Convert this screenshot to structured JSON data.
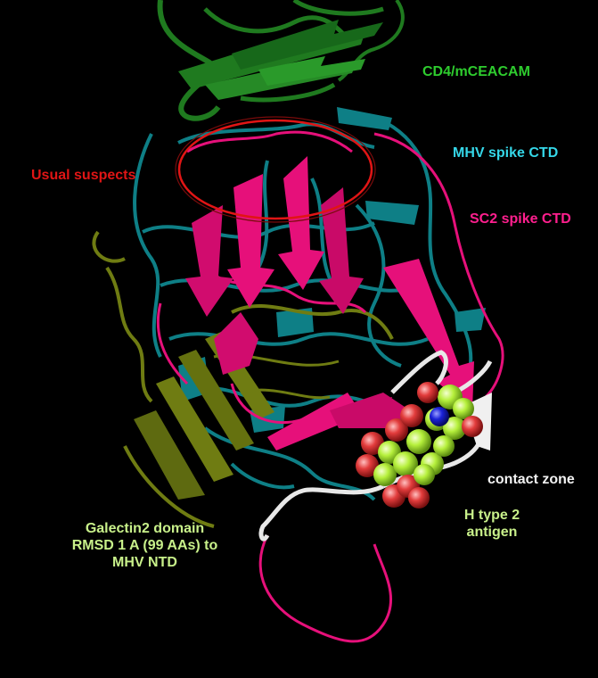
{
  "labels": {
    "receptor": "CD4/mCEACAM",
    "mhv_ctd": "MHV spike CTD",
    "usual_suspects": "Usual suspects",
    "sc2_ctd": "SC2 spike CTD",
    "contact_zone": "contact zone",
    "galectin_line1": "Galectin2 domain",
    "galectin_line2": "RMSD 1 A (99 AAs) to",
    "galectin_line3": "MHV NTD",
    "antigen_line1": "H type 2",
    "antigen_line2": "antigen"
  },
  "colors": {
    "background": "#000000",
    "receptor": "#1f7a1f",
    "receptor_label": "#2ecc2e",
    "mhv_ctd": "#0e7f86",
    "mhv_label": "#35d7e8",
    "sc2_ctd": "#e6107a",
    "sc2_label": "#ff1f8e",
    "usual_suspects": "#e01515",
    "galectin": "#6f7c12",
    "galectin_label": "#c8f08a",
    "contact_zone": "#e8e8e8",
    "antigen_carbon": "#b6f03c",
    "antigen_oxygen": "#e23c3c",
    "antigen_nitrogen": "#1a22d8"
  }
}
